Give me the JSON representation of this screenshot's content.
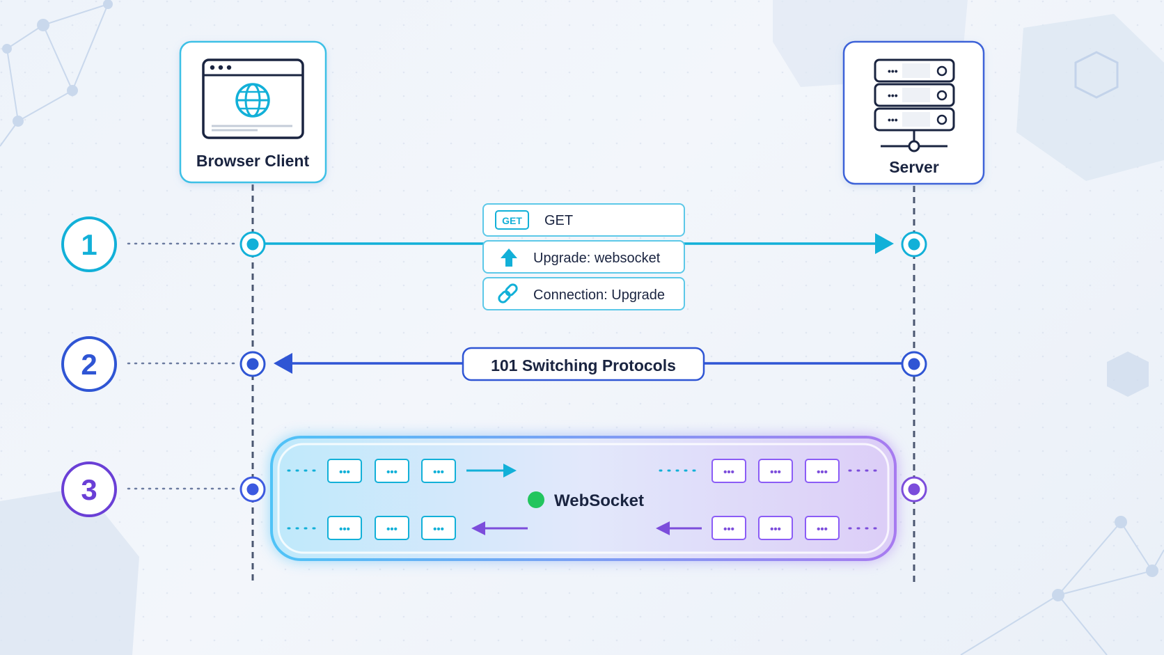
{
  "actors": {
    "client": {
      "label": "Browser Client",
      "icon": "browser-globe-icon"
    },
    "server": {
      "label": "Server",
      "icon": "server-rack-icon"
    }
  },
  "steps": [
    {
      "number": "1",
      "color": "#12b0d8"
    },
    {
      "number": "2",
      "color": "#2f55d4"
    },
    {
      "number": "3",
      "color": "#6a3fd6"
    }
  ],
  "request": {
    "method_badge": "GET",
    "headers": [
      {
        "icon": "get-badge-icon",
        "text": "GET"
      },
      {
        "icon": "arrow-up-icon",
        "text": "Upgrade: websocket"
      },
      {
        "icon": "link-icon",
        "text": "Connection: Upgrade"
      }
    ]
  },
  "response": {
    "label": "101 Switching Protocols"
  },
  "websocket": {
    "label": "WebSocket",
    "status_color": "#22c55e",
    "message_glyph": "•••"
  },
  "colors": {
    "cyan": "#12b0d8",
    "blue": "#2f55d4",
    "purple": "#7c4ddb",
    "navy": "#1a2440"
  }
}
